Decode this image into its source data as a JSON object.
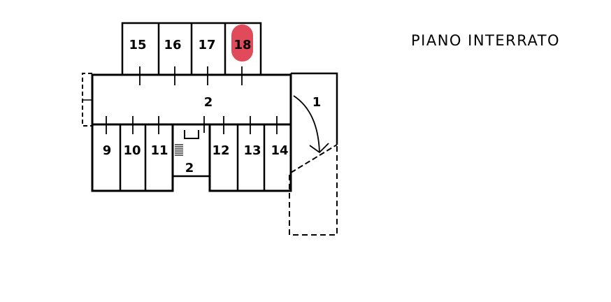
{
  "title": "PIANO INTERRATO",
  "highlight_color": "#e04a5a",
  "rooms": {
    "r15": "15",
    "r16": "16",
    "r17": "17",
    "r18": "18",
    "corridor": "2",
    "r1": "1",
    "r9": "9",
    "r10": "10",
    "r11": "11",
    "r12": "12",
    "r13": "13",
    "r14": "14",
    "stair": "2"
  },
  "highlighted_room": "18"
}
